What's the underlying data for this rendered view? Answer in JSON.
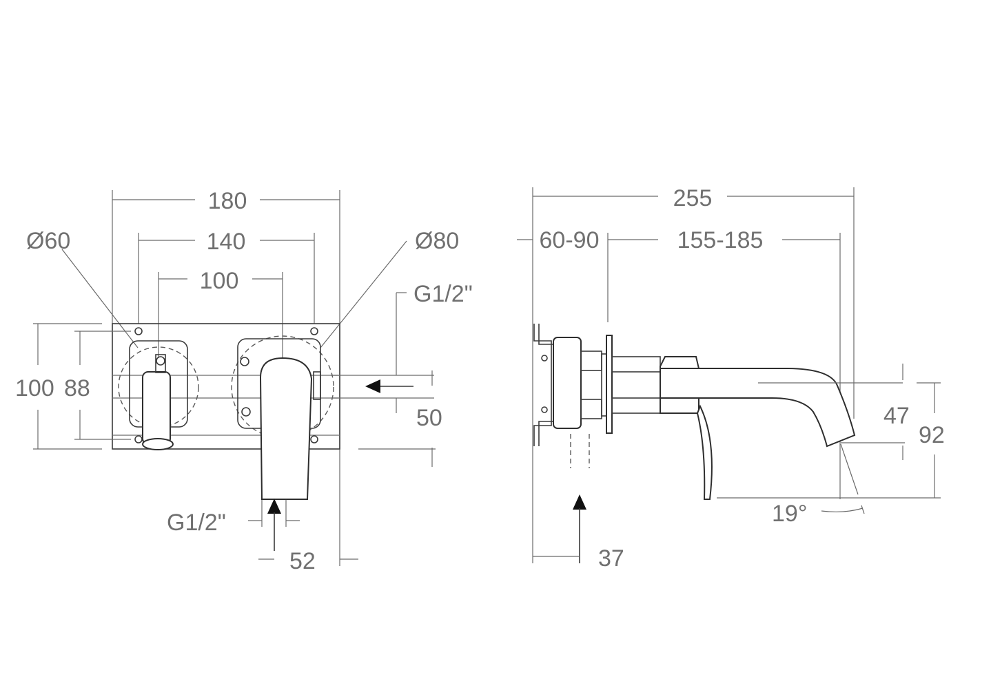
{
  "front_view": {
    "width_total": "180",
    "width_holes": "140",
    "axis_distance": "100",
    "diameter_left": "Ø60",
    "diameter_right": "Ø80",
    "height_total": "100",
    "height_holes": "88",
    "inlet_thread_side": "G1/2\"",
    "inlet_height": "50",
    "inlet_thread_bottom": "G1/2\"",
    "inlet_offset": "52"
  },
  "side_view": {
    "length_total": "255",
    "wall_depth": "60-90",
    "projection": "155-185",
    "spout_height": "47",
    "total_height": "92",
    "angle": "19°",
    "inlet_depth": "37"
  }
}
